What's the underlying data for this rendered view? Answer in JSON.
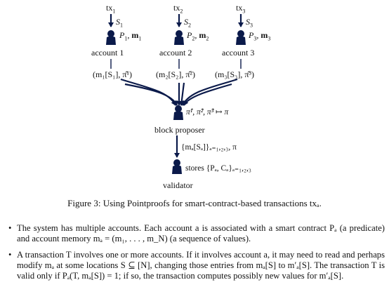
{
  "diagram": {
    "accounts": [
      {
        "tx": "tx",
        "tx_sub": "1",
        "s": "S",
        "s_sub": "1",
        "pm": "P",
        "pm_sub": "1",
        "mem": "m",
        "mem_sub": "1",
        "label": "account 1",
        "edge": "(m₁[S₁], π̂¹)"
      },
      {
        "tx": "tx",
        "tx_sub": "2",
        "s": "S",
        "s_sub": "2",
        "pm": "P",
        "pm_sub": "2",
        "mem": "m",
        "mem_sub": "2",
        "label": "account 2",
        "edge": "(m₂[S₂], π̂²)"
      },
      {
        "tx": "tx",
        "tx_sub": "3",
        "s": "S",
        "s_sub": "3",
        "pm": "P",
        "pm_sub": "3",
        "mem": "m",
        "mem_sub": "3",
        "label": "account 3",
        "edge": "(m₃[S₃], π̂³)"
      }
    ],
    "proposer_eq": "π̂¹, π̂², π̂³ ↦ π",
    "proposer_label": "block proposer",
    "proposer_edge": "{mₐ[Sₐ]}ₐ₌₁,₂,₃, π",
    "validator_stores": "stores {Pₐ, Cₐ}ₐ₌₁,₂,₃",
    "validator_label": "validator"
  },
  "caption": "Figure 3: Using Pointproofs for smart-contract-based transactions txₐ.",
  "bullets": [
    "The system has multiple accounts. Each account a is associated with a smart contract Pₐ (a predicate) and account memory mₐ = (m₁, . . . , m_N) (a sequence of values).",
    "A transaction T involves one or more accounts. If it involves account a, it may need to read and perhaps modify mₐ at some locations S ⊆ [N], changing those entries from mₐ[S] to m′ₐ[S]. The transaction T is valid only if Pₐ(T, mₐ[S]) = 1; if so, the transaction computes possibly new values for m′ₐ[S]."
  ]
}
